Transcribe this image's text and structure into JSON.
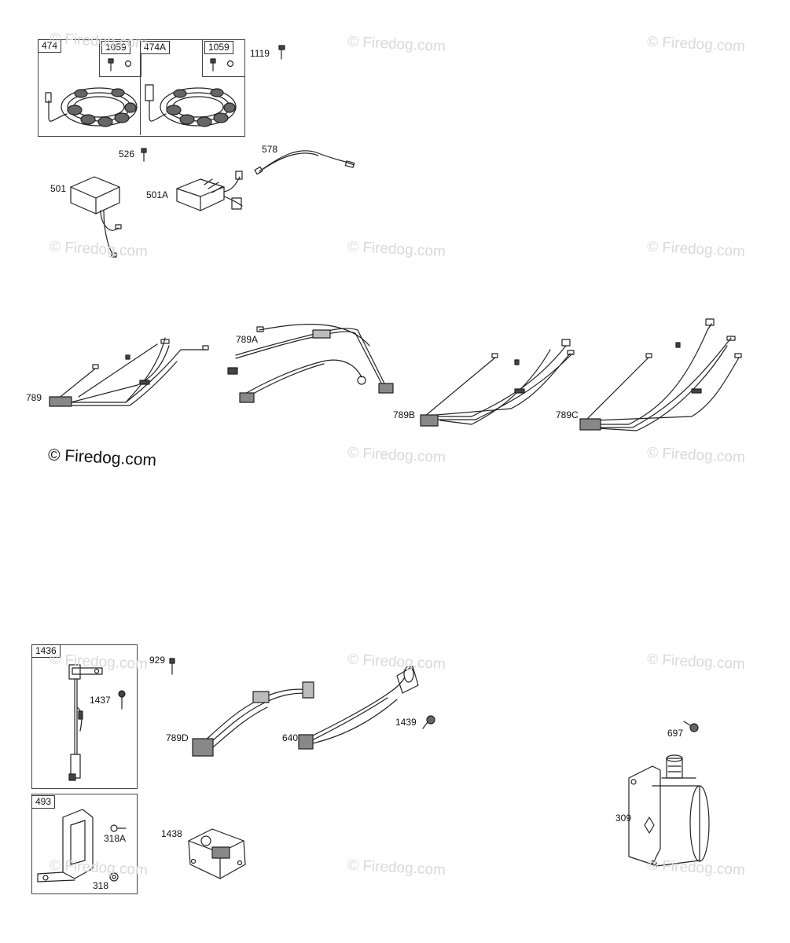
{
  "watermark": {
    "text": "© Firedog.com"
  },
  "boxes": [
    {
      "id": "474",
      "label": "474"
    },
    {
      "id": "1059a",
      "label": "1059"
    },
    {
      "id": "474A",
      "label": "474A"
    },
    {
      "id": "1059b",
      "label": "1059"
    },
    {
      "id": "1436",
      "label": "1436"
    },
    {
      "id": "493",
      "label": "493"
    }
  ],
  "labels": [
    {
      "id": "1119",
      "text": "1119"
    },
    {
      "id": "526",
      "text": "526"
    },
    {
      "id": "578",
      "text": "578"
    },
    {
      "id": "501",
      "text": "501"
    },
    {
      "id": "501A",
      "text": "501A"
    },
    {
      "id": "789",
      "text": "789"
    },
    {
      "id": "789A",
      "text": "789A"
    },
    {
      "id": "789B",
      "text": "789B"
    },
    {
      "id": "789C",
      "text": "789C"
    },
    {
      "id": "929",
      "text": "929"
    },
    {
      "id": "1437",
      "text": "1437"
    },
    {
      "id": "789D",
      "text": "789D"
    },
    {
      "id": "640",
      "text": "640"
    },
    {
      "id": "1439",
      "text": "1439"
    },
    {
      "id": "697",
      "text": "697"
    },
    {
      "id": "309",
      "text": "309"
    },
    {
      "id": "318A",
      "text": "318A"
    },
    {
      "id": "318",
      "text": "318"
    },
    {
      "id": "1438",
      "text": "1438"
    }
  ]
}
